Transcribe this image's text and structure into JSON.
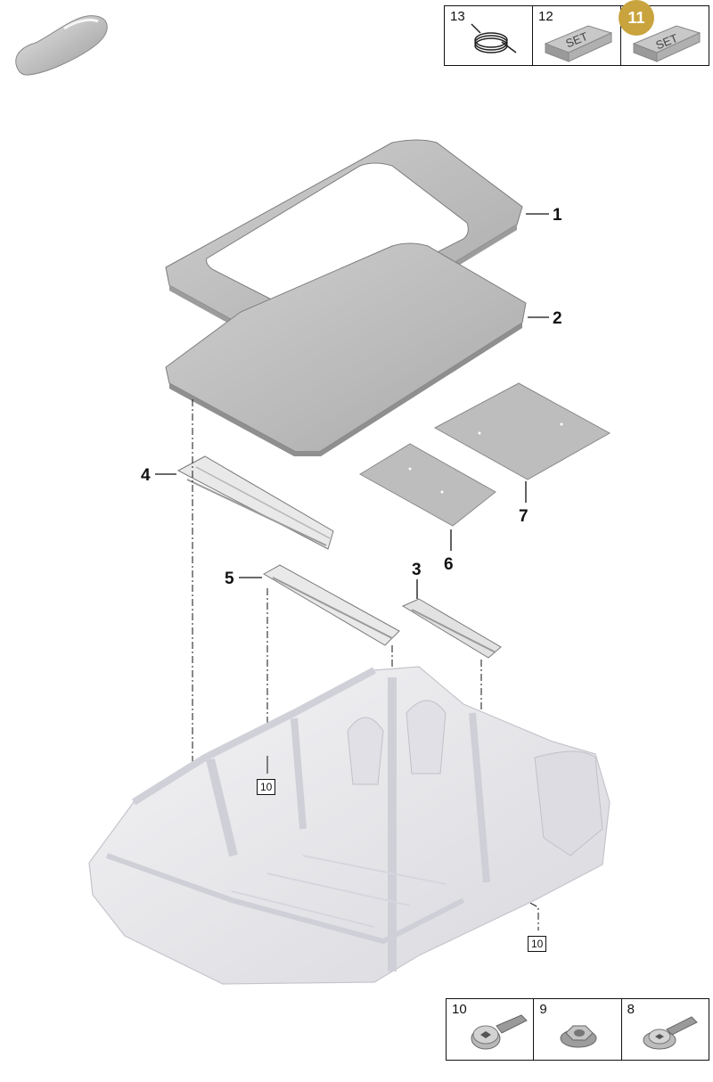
{
  "header": {
    "vehicle_thumbnail_icon": "car-silhouette-icon",
    "legend_top": [
      {
        "number": "13",
        "icon": "wire-coil-icon"
      },
      {
        "number": "12",
        "icon": "set-block-icon",
        "label": "SET"
      },
      {
        "number": "11",
        "icon": "set-block-icon",
        "label": "SET",
        "highlighted": true
      }
    ],
    "badge_color": "#c9a33d"
  },
  "diagram": {
    "callouts": [
      "1",
      "2",
      "3",
      "4",
      "5",
      "6",
      "7"
    ],
    "reference_labels": [
      "10",
      "10"
    ]
  },
  "footer": {
    "legend_bottom": [
      {
        "number": "10",
        "icon": "torx-bolt-icon"
      },
      {
        "number": "9",
        "icon": "hex-nut-icon"
      },
      {
        "number": "8",
        "icon": "flange-screw-icon"
      }
    ]
  }
}
